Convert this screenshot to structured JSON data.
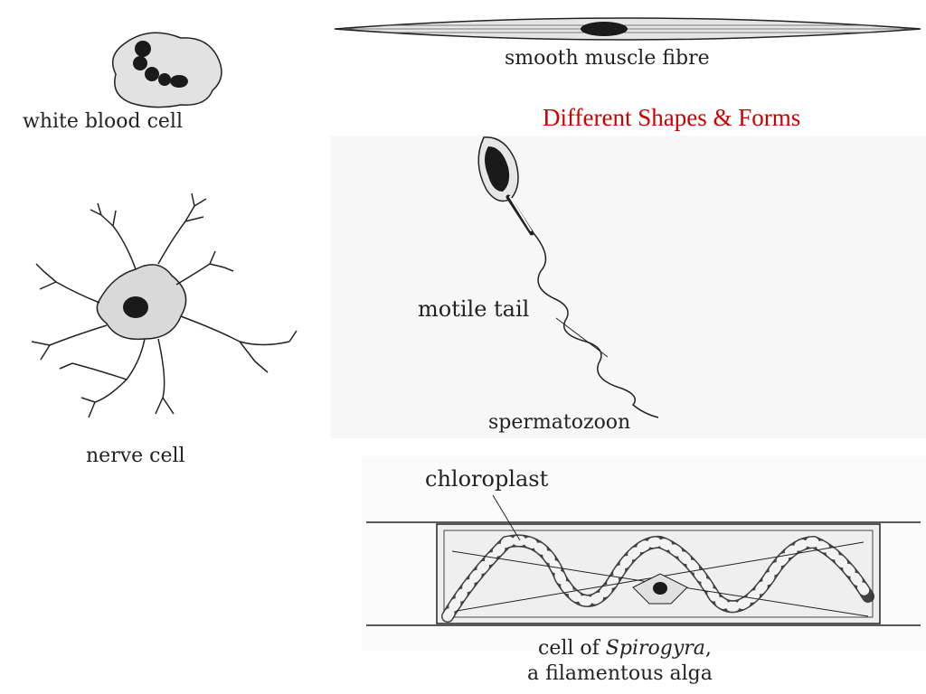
{
  "slide": {
    "title": "Different Shapes & Forms",
    "colors": {
      "title": "#cc0000",
      "ink": "#222222",
      "cytoplasm": "#d9d9d9",
      "nucleus": "#1a1a1a"
    }
  },
  "labels": {
    "white_blood_cell": "white blood cell",
    "smooth_muscle_fibre": "smooth muscle fibre",
    "nerve_cell": "nerve cell",
    "motile_tail": "motile tail",
    "spermatozoon": "spermatozoon",
    "chloroplast": "chloroplast",
    "spirogyra_line1_prefix": "cell of ",
    "spirogyra_line1_genus": "Spirogyra",
    "spirogyra_line1_suffix": ",",
    "spirogyra_line2": "a filamentous alga"
  }
}
